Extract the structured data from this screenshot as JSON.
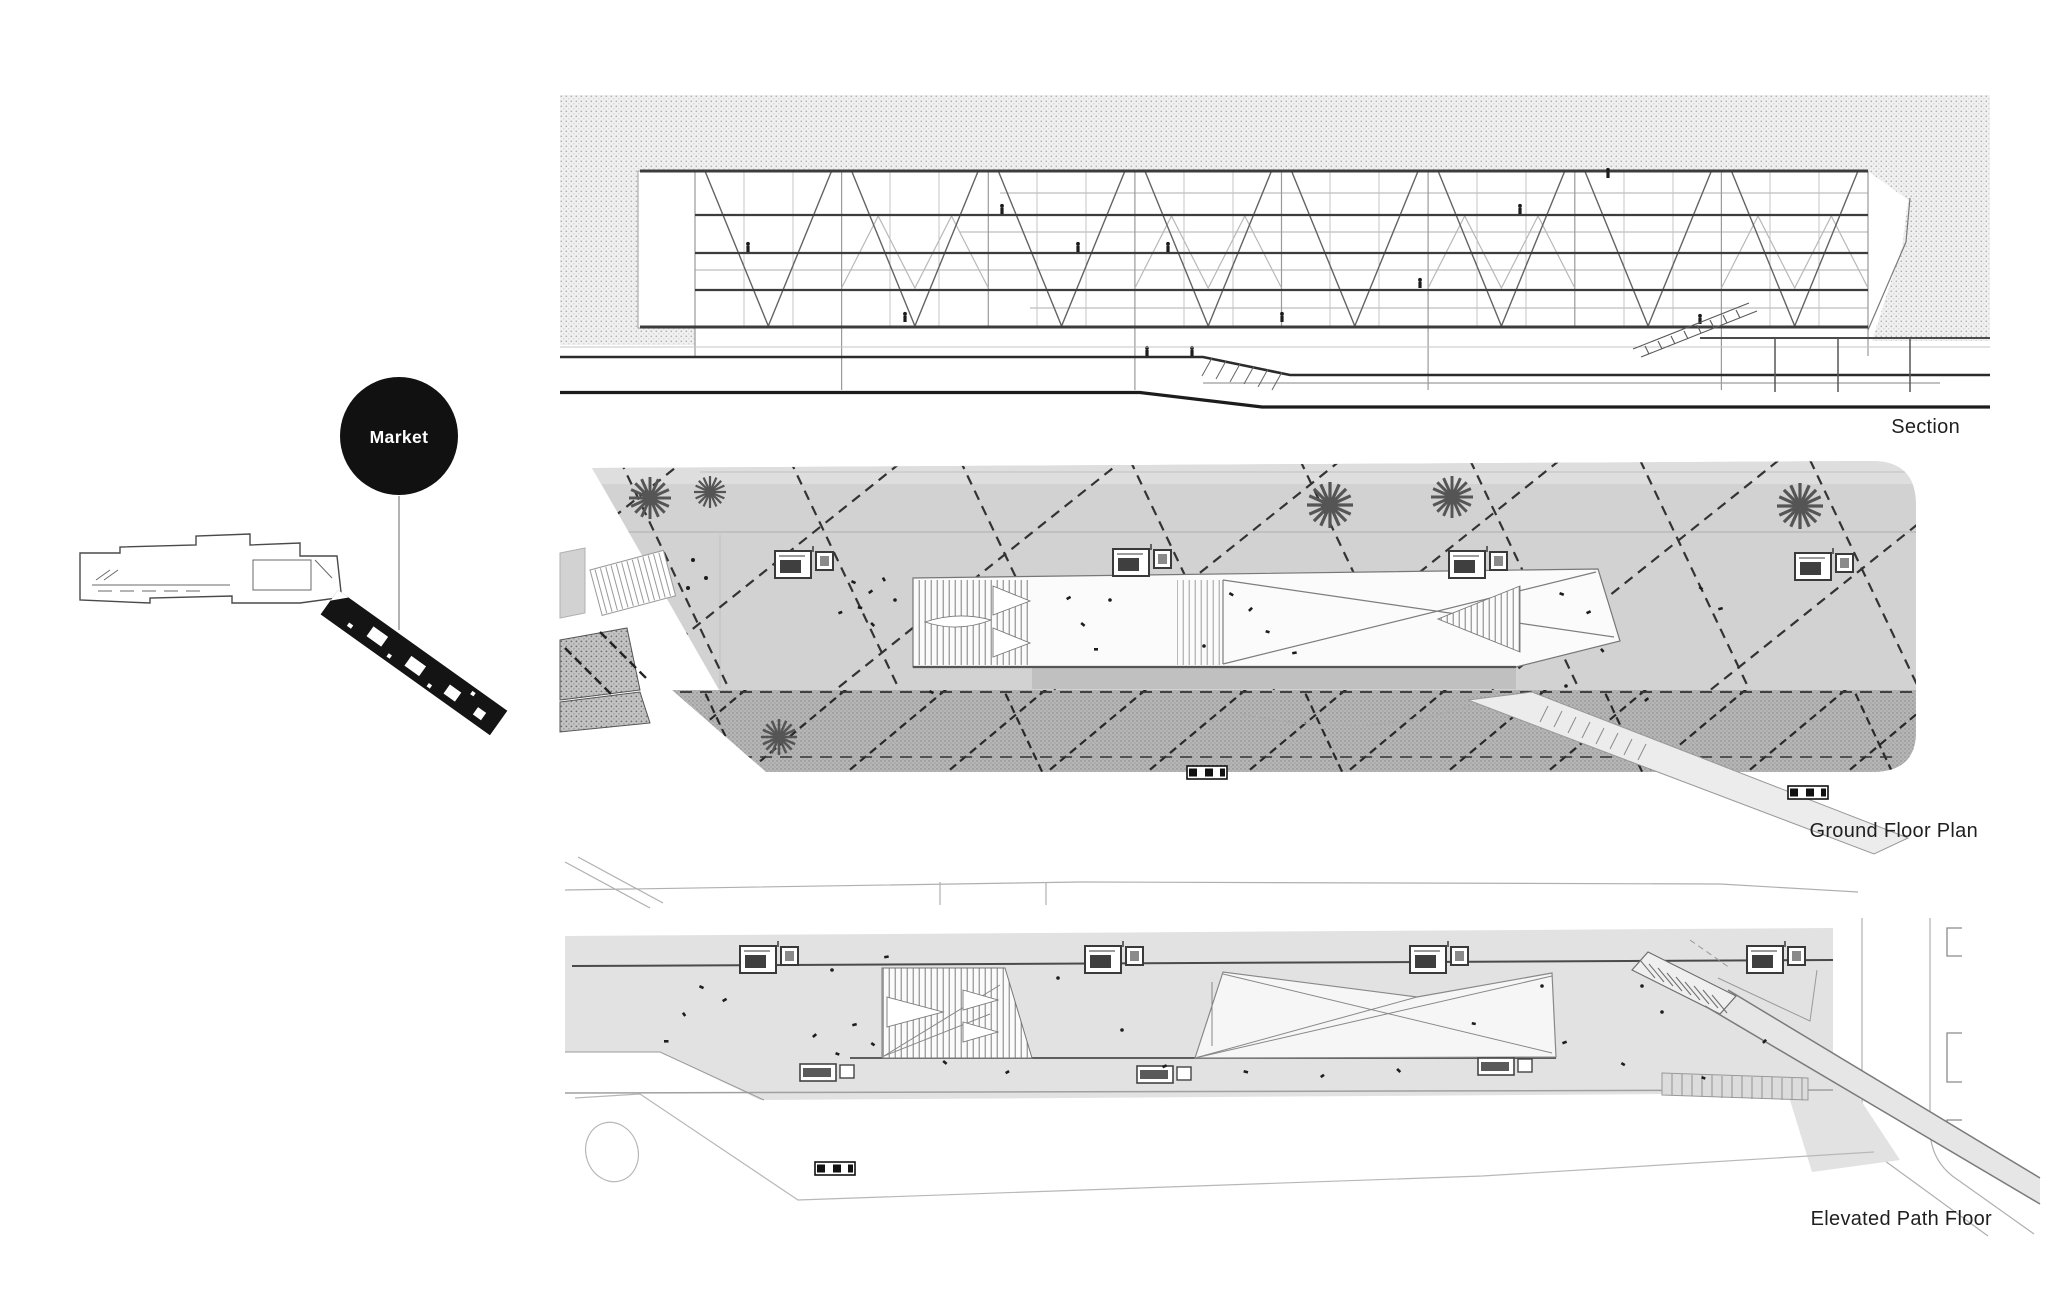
{
  "page": {
    "background": "#ffffff",
    "type": "architecture-presentation-board"
  },
  "legend": {
    "market_label": "Market"
  },
  "drawings": {
    "section": {
      "label": "Section"
    },
    "ground_floor_plan": {
      "label": "Ground Floor Plan"
    },
    "elevated_path_floor": {
      "label": "Elevated Path Floor"
    }
  },
  "palette": {
    "marker_fill": "#111111",
    "marker_text": "#ffffff",
    "plan_gray": "#d2d2d2",
    "plaza_dark_band": "#b7b7b7",
    "elevated_gray": "#e2e2e2",
    "stipple_ground": "#f1f1f1",
    "line_dark": "#2b2b2b",
    "label_color": "#1f1f1f"
  }
}
